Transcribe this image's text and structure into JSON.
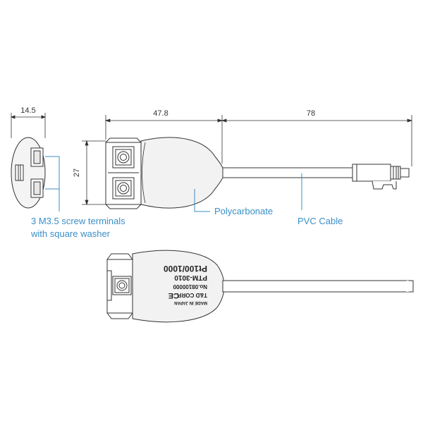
{
  "dimensions": {
    "end_width": "14.5",
    "body_length": "47.8",
    "cable_length": "78",
    "body_height": "27"
  },
  "callouts": {
    "terminals_line1": "3 M3.5 screw terminals",
    "terminals_line2": "with square washer",
    "body_material": "Polycarbonate",
    "cable_material": "PVC Cable"
  },
  "product_label": {
    "model": "Pt100/1000",
    "part_code": "PTM-3010",
    "serial": "No.08100000",
    "maker": "T&D CORP.",
    "origin": "MADE IN JAPAN",
    "mark": "CE"
  },
  "colors": {
    "callout": "#3a8fc7",
    "line": "#333333",
    "body_fill": "#f2f2f2"
  }
}
